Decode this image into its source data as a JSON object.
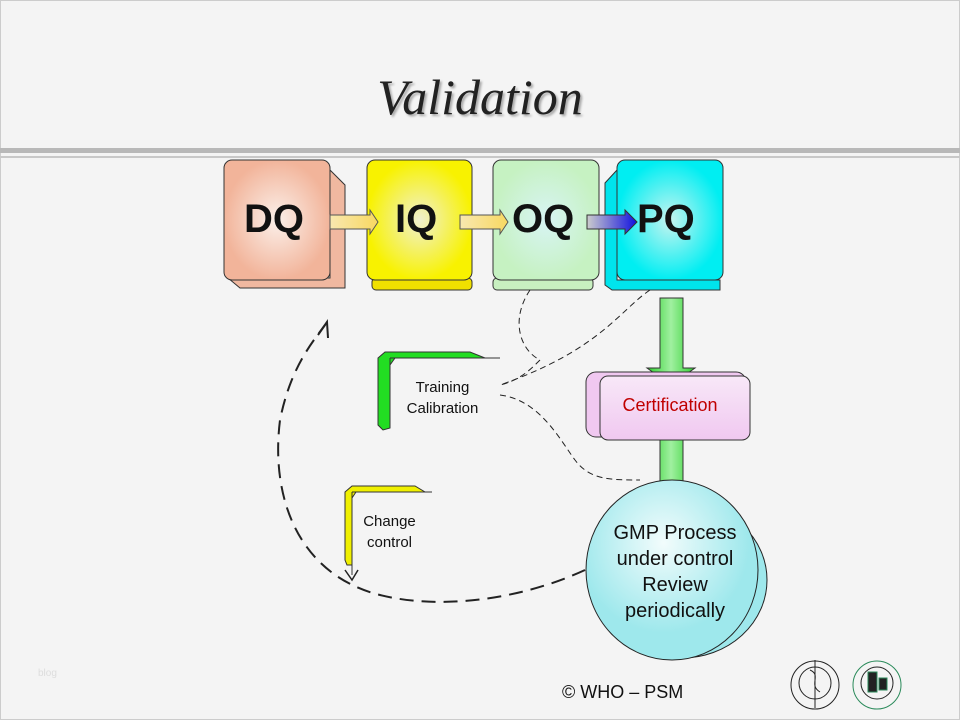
{
  "title": "Validation",
  "stages": [
    {
      "label": "DQ",
      "color": "#f5c1a8"
    },
    {
      "label": "IQ",
      "color": "#f8f200"
    },
    {
      "label": "OQ",
      "color": "#c8f4c8"
    },
    {
      "label": "PQ",
      "color": "#1ee8f0"
    }
  ],
  "training": {
    "line1": "Training",
    "line2": "Calibration"
  },
  "change": {
    "line1": "Change",
    "line2": "control"
  },
  "certification": "Certification",
  "gmp": [
    "GMP Process",
    "under control",
    "Review",
    "periodically"
  ],
  "footer": "© WHO – PSM",
  "watermark": "blog",
  "logos": [
    "WHO emblem",
    "PSM emblem"
  ]
}
